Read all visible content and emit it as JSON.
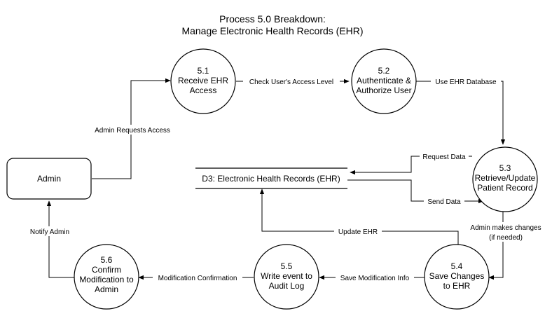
{
  "title": {
    "line1": "Process 5.0 Breakdown:",
    "line2": "Manage Electronic Health Records (EHR)"
  },
  "nodes": {
    "p51": {
      "id": "5.1",
      "lines": [
        "Receive EHR",
        "Access"
      ]
    },
    "p52": {
      "id": "5.2",
      "lines": [
        "Authenticate &",
        "Authorize User"
      ]
    },
    "p53": {
      "id": "5.3",
      "lines": [
        "Retrieve/Update",
        "Patient Record"
      ]
    },
    "p54": {
      "id": "5.4",
      "lines": [
        "Save Changes",
        "to EHR"
      ]
    },
    "p55": {
      "id": "5.5",
      "lines": [
        "Write event to",
        "Audit Log"
      ]
    },
    "p56": {
      "id": "5.6",
      "lines": [
        "Confirm",
        "Modification to",
        "Admin"
      ]
    },
    "admin": {
      "label": "Admin"
    },
    "datastore": {
      "label": "D3: Electronic Health Records (EHR)"
    }
  },
  "edges": {
    "admin_requests_access": "Admin Requests Access",
    "check_access_level": "Check User's Access Level",
    "use_ehr_database": "Use EHR Database",
    "request_data": "Request Data",
    "send_data": "Send Data",
    "admin_makes_changes": [
      "Admin makes changes",
      "(if needed)"
    ],
    "update_ehr": "Update EHR",
    "save_modification_info": "Save Modification Info",
    "modification_confirmation": "Modification Confirmation",
    "notify_admin": "Notify Admin"
  },
  "colors": {
    "stroke": "#000000",
    "fill": "#ffffff"
  }
}
